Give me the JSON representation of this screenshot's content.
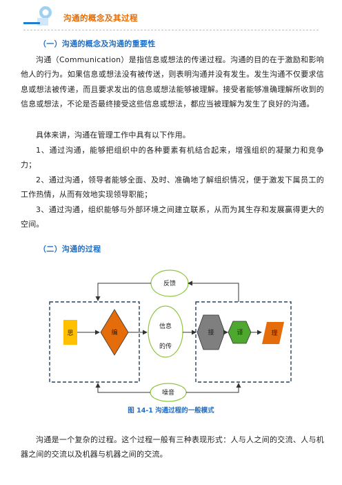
{
  "header": {
    "title": "沟通的概念及其过程"
  },
  "section1": {
    "heading": "（一）沟通的概念及沟通的重要性"
  },
  "paragraphs": {
    "p1": "沟通（Communication）是指信息或想法的传递过程。沟通的目的在于激励和影响他人的行为。如果信息或想法没有被传送，则表明沟通并没有发生。发生沟通不仅要求信息或想法被传递，而且要求发出的信息或想法能够被理解。接受者能够准确理解所收到的信息或想法，不论是否最终接受这些信息或想法，都应当被理解为发生了良好的沟通。",
    "p2": "具体来讲，沟通在管理工作中具有以下作用。",
    "p3": "1、通过沟通，能够把组织中的各种要素有机结合起来，增强组织的凝聚力和竞争力；",
    "p4": "2、通过沟通，领导者能够全面、及时、准确地了解组织情况，便于激发下属员工的工作热情，从而有效地实现领导职能；",
    "p5": "3、通过沟通，组织能够与外部环境之间建立联系，从而为其生存和发展赢得更大的空间。"
  },
  "section2": {
    "heading": "（二）沟通的过程"
  },
  "diagram": {
    "feedback": "反馈",
    "thought": "思",
    "encode": "编",
    "channel_line1": "信息",
    "channel_line2": "的传",
    "receive": "接",
    "decode": "译",
    "understand": "理",
    "noise": "噪音",
    "colors": {
      "thought": "#ffc000",
      "encode": "#e46c0a",
      "receive": "#7f7f7f",
      "decode": "#4ea72e",
      "understand": "#e46c0a",
      "ellipse_border": "#8dc63f",
      "dashed": "#243f60"
    }
  },
  "caption": "图 14-1 沟通过程的一般模式",
  "closing": "沟通是一个复杂的过程。这个过程一般有三种表现形式：人与人之间的交流、人与机器之间的交流以及机器与机器之间的交流。"
}
